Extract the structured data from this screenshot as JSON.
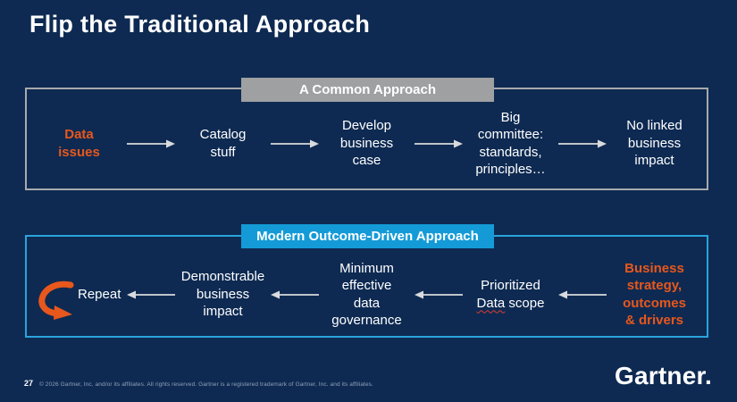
{
  "slide": {
    "title": "Flip the Traditional Approach",
    "page_number": "27",
    "copyright": "© 2026 Gartner, Inc. and/or its affiliates. All rights reserved. Gartner is a registered trademark of Gartner, Inc. and its affiliates.",
    "logo": "Gartner."
  },
  "colors": {
    "background": "#0E2A52",
    "accent_orange": "#E8571C",
    "band_gray": "#9EA0A2",
    "band_blue": "#149BD7",
    "box_border_gray": "#A8AAAC",
    "box_border_blue": "#2AA3DC",
    "arrow_gray": "#D9DBDC",
    "squiggle_red": "#E03C31"
  },
  "common_approach": {
    "header": "A Common Approach",
    "flow_direction": "right",
    "steps": [
      {
        "label": "Data\nissues",
        "emphasis": true
      },
      {
        "label": "Catalog\nstuff",
        "emphasis": false
      },
      {
        "label": "Develop\nbusiness\ncase",
        "emphasis": false
      },
      {
        "label": "Big\ncommittee:\nstandards,\nprinciples…",
        "emphasis": false
      },
      {
        "label": "No linked\nbusiness\nimpact",
        "emphasis": false
      }
    ]
  },
  "modern_approach": {
    "header": "Modern Outcome-Driven Approach",
    "flow_direction": "left",
    "steps": [
      {
        "label": "Repeat",
        "icon": "repeat-arrow",
        "emphasis": false
      },
      {
        "label": "Demonstrable\nbusiness\nimpact",
        "emphasis": false
      },
      {
        "label": "Minimum\neffective\ndata\ngovernance",
        "emphasis": false
      },
      {
        "label": "Prioritized",
        "line2_word": "Data",
        "line2_rest": " scope",
        "misspell_underline": true,
        "emphasis": false
      },
      {
        "label": "Business\nstrategy,\noutcomes\n& drivers",
        "emphasis": true
      }
    ]
  }
}
